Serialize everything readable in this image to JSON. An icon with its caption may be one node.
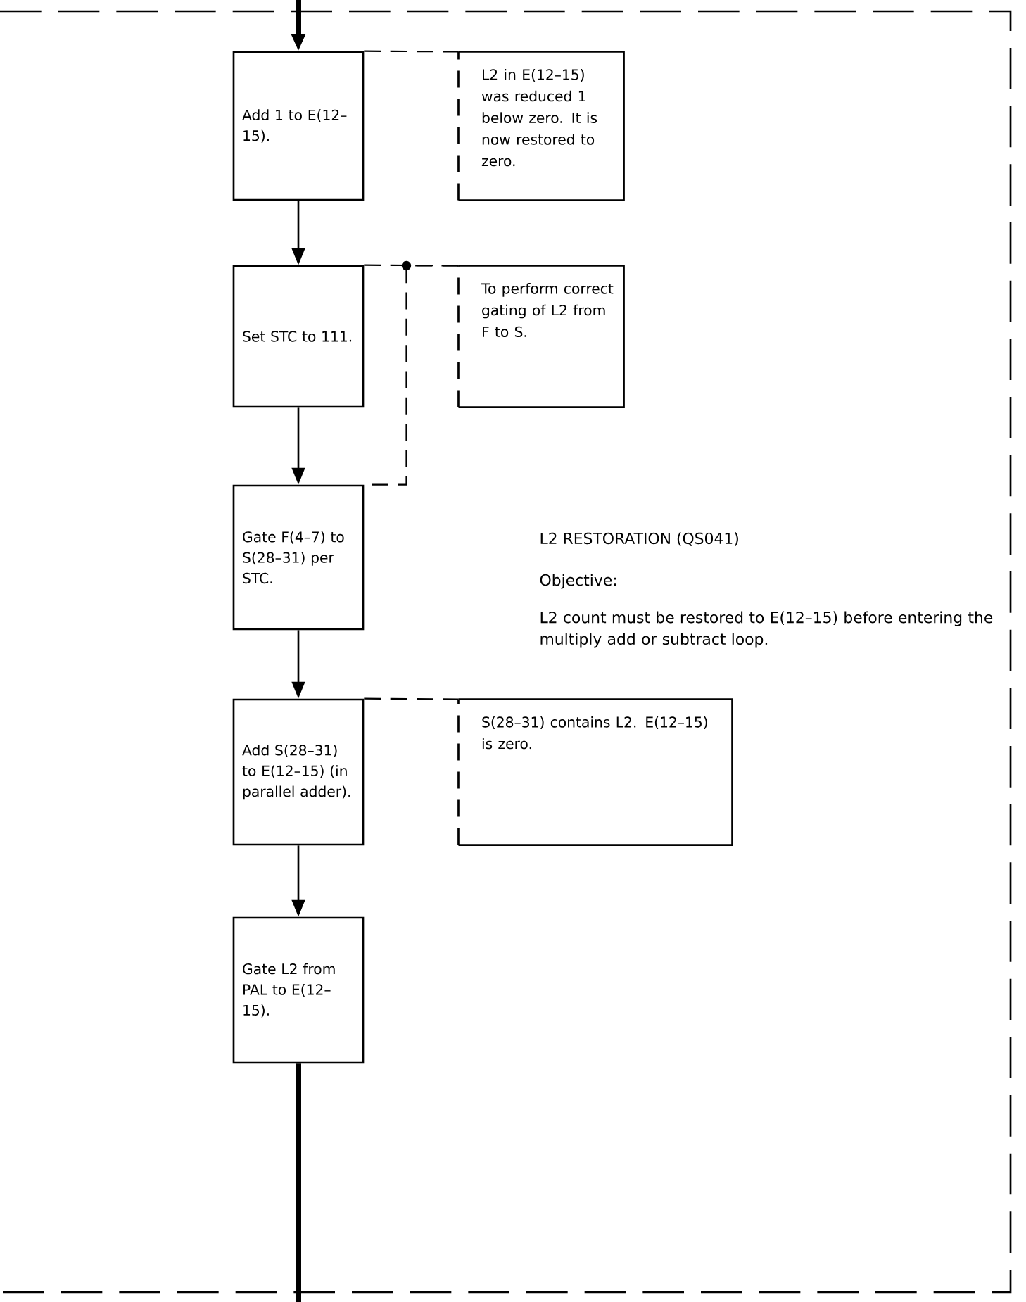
{
  "diagram": {
    "title": "L2 RESTORATION (QS041)",
    "nodes": [
      {
        "text": [
          "Add 1 to E(12–15)."
        ]
      },
      {
        "text": [
          "L2 in E(12–15) was reduced 1 below zero. It is now restored to zero."
        ]
      },
      {
        "text": [
          "Set STC to 111."
        ]
      },
      {
        "text": [
          "To perform correct gating of L2 from F to S."
        ]
      },
      {
        "text": [
          "Gate F(4–7) to S(28–31) per STC."
        ]
      },
      {
        "text": [
          "Add S(28–31) to E(12–15) (in parallel adder)."
        ]
      },
      {
        "text": [
          "S(28–31) contains L2. E(12–15) is zero."
        ]
      },
      {
        "text": [
          "Gate L2 from PAL to E(12–15)."
        ]
      }
    ],
    "edges": [
      {
        "from": null,
        "to": 0,
        "arrow": "to",
        "style": "thick"
      },
      {
        "from": 0,
        "to": 1,
        "arrow": "none",
        "style": "dashed"
      },
      {
        "from": 0,
        "to": 2,
        "arrow": "to"
      },
      {
        "from": 2,
        "to": 3,
        "arrow": "none",
        "style": "dashed"
      },
      {
        "from": 3,
        "to": 4,
        "arrow": "none",
        "style": "dashed"
      },
      {
        "from": 2,
        "to": 4,
        "arrow": "to"
      },
      {
        "from": 4,
        "to": 5,
        "arrow": "to"
      },
      {
        "from": 5,
        "to": 6,
        "arrow": "none",
        "style": "dashed"
      },
      {
        "from": 5,
        "to": 7,
        "arrow": "to"
      },
      {
        "from": 7,
        "to": null,
        "arrow": "none",
        "style": "thick"
      }
    ],
    "labels": [
      "Objective:",
      "L2 count must be restored to E(12–15) before entering the multiply add or subtract loop."
    ]
  }
}
